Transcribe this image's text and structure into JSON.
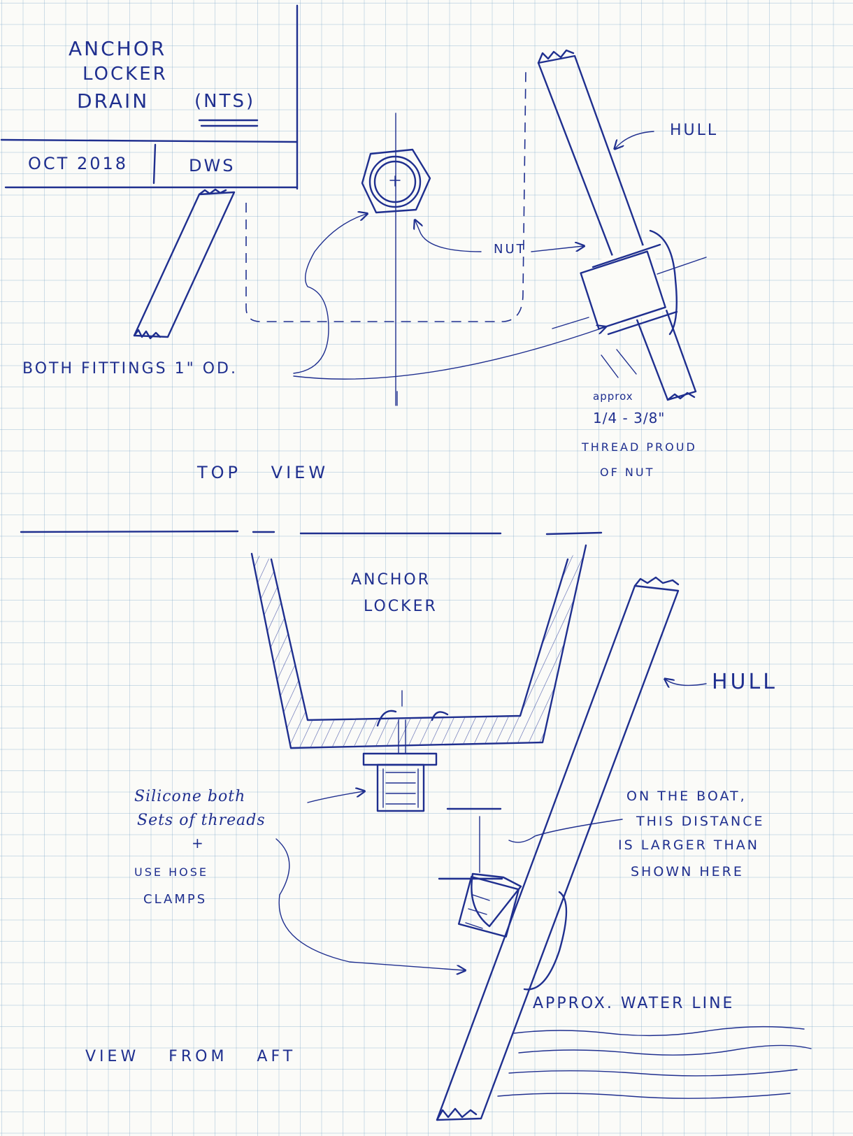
{
  "title_block": {
    "title_line1": "ANCHOR",
    "title_line2": "LOCKER",
    "title_line3": "DRAIN",
    "nts": "(NTS)",
    "date": "OCT 2018",
    "initials": "DWS"
  },
  "top_view": {
    "view_label": "TOP VIEW",
    "fittings_note": "BOTH FITTINGS 1\" OD.",
    "nut_label": "NUT",
    "hull_label": "HULL",
    "thread_note_1": "approx",
    "thread_note_2": "1/4 - 3/8\"",
    "thread_note_3": "THREAD PROUD",
    "thread_note_4": "OF NUT"
  },
  "aft_view": {
    "view_label": "VIEW FROM AFT",
    "locker_line1": "ANCHOR",
    "locker_line2": "LOCKER",
    "hull_label": "HULL",
    "silicone_line1": "Silicone both",
    "silicone_line2": "Sets of threads",
    "plus": "+",
    "hose_line1": "USE HOSE",
    "hose_line2": "CLAMPS",
    "boat_note_1": "ON THE BOAT,",
    "boat_note_2": "THIS DISTANCE",
    "boat_note_3": "IS LARGER THAN",
    "boat_note_4": "SHOWN HERE",
    "waterline": "APPROX. WATER LINE"
  }
}
